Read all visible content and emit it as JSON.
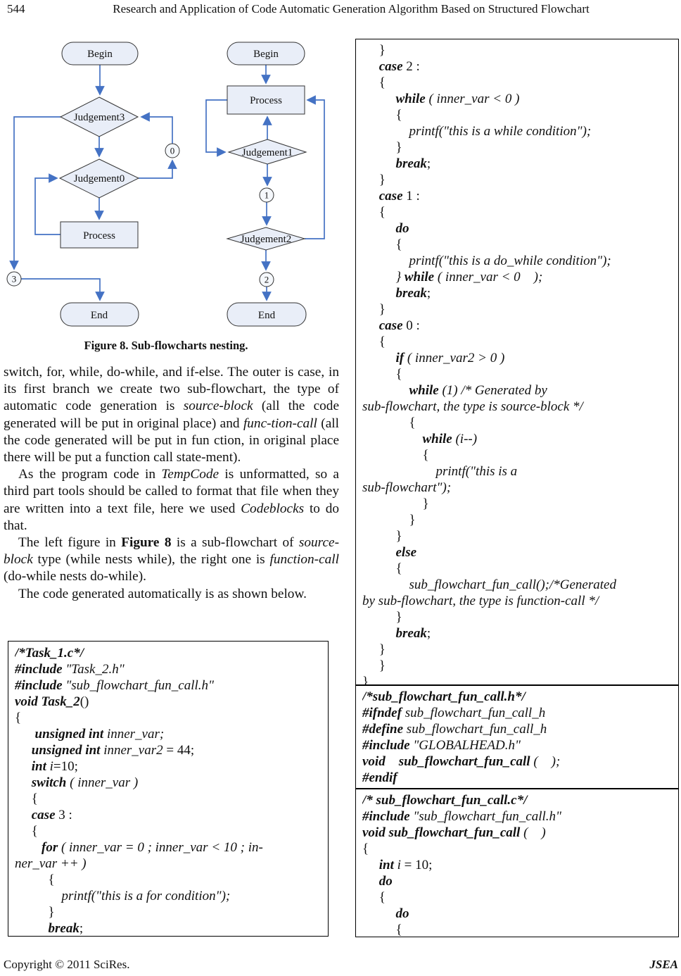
{
  "header": {
    "page_number": "544",
    "title": "Research and Application of Code Automatic Generation Algorithm Based on Structured Flowchart"
  },
  "figure": {
    "caption": "Figure 8. Sub-flowcharts nesting.",
    "left_chart": {
      "begin": "Begin",
      "judgement3": "Judgement3",
      "judgement0": "Judgement0",
      "process": "Process",
      "end": "End",
      "connector0": "0",
      "connector3": "3"
    },
    "right_chart": {
      "begin": "Begin",
      "process": "Process",
      "judgement1": "Judgement1",
      "judgement2": "Judgement2",
      "end": "End",
      "connector1": "1",
      "connector2": "2"
    },
    "colors": {
      "line": "#4472c4",
      "node_fill": "#e9eef8",
      "node_stroke": "#333333"
    }
  },
  "body": {
    "paragraphs": [
      {
        "indent": false,
        "segs": [
          "t",
          "switch, for, while, do-while, and if-else. The outer is case, in its first branch we create two sub-flowchart, the type of automatic code generation is ",
          "i",
          "source-block",
          "t",
          " (all the code generated will be put in original place) and ",
          "i",
          "func-tion-call",
          "t",
          " (all the code generated will be put in fun ction, in original place there will be put a function call state-ment)."
        ]
      },
      {
        "indent": true,
        "segs": [
          "t",
          "As the program code in ",
          "i",
          "TempCode",
          "t",
          " is unformatted, so a third part tools should be called to format that file when they are written into a text file, here we used ",
          "i",
          "Codeblocks",
          "t",
          " to do that."
        ]
      },
      {
        "indent": true,
        "segs": [
          "t",
          "The left figure in ",
          "b",
          "Figure 8",
          "t",
          " is a sub-flowchart of ",
          "i",
          "source-block",
          "t",
          " type (while nests while), the right one is ",
          "i",
          "function-call",
          "t",
          " (do-while nests do-while)."
        ]
      },
      {
        "indent": true,
        "segs": [
          "t",
          "The code generated automatically is as shown below."
        ]
      }
    ]
  },
  "code_blocks": {
    "task1": {
      "lines": [
        [
          "b",
          "/*Task_1.c*/"
        ],
        [
          "b",
          "#include ",
          "t",
          "\"Task_2.h\""
        ],
        [
          "b",
          "#include ",
          "t",
          "\"sub_flowchart_fun_call.h\""
        ],
        [
          "b",
          "void Task_2",
          "r",
          "()"
        ],
        [
          "r",
          "{"
        ],
        [
          "t",
          "      ",
          "b",
          "unsigned int ",
          "t",
          "inner_var;"
        ],
        [
          "t",
          "     ",
          "b",
          "unsigned int ",
          "t",
          "inner_var2 ",
          "r",
          "= 44;"
        ],
        [
          "t",
          "     ",
          "b",
          "int ",
          "t",
          "i",
          "r",
          "=10;"
        ],
        [
          "t",
          "     ",
          "b",
          "switch ",
          "t",
          "( inner_var )"
        ],
        [
          "r",
          "     {"
        ],
        [
          "t",
          "     ",
          "b",
          "case ",
          "r",
          "3 :"
        ],
        [
          "r",
          "     {"
        ],
        [
          "t",
          "        ",
          "b",
          "for ",
          "t",
          "( inner_var = 0 ; inner_var < 10 ; in-"
        ],
        [
          "t",
          "ner_var ++ )"
        ],
        [
          "r",
          "          {"
        ],
        [
          "t",
          "              printf(\"this is a for condition\");"
        ],
        [
          "r",
          "          }"
        ],
        [
          "t",
          "          ",
          "b",
          "break",
          "r",
          ";"
        ]
      ]
    },
    "right_main": {
      "lines": [
        [
          "r",
          "     }"
        ],
        [
          "t",
          "     ",
          "b",
          "case ",
          "r",
          "2 :"
        ],
        [
          "r",
          "     {"
        ],
        [
          "t",
          "          ",
          "b",
          "while ",
          "t",
          "( inner_var < 0 )"
        ],
        [
          "r",
          "          {"
        ],
        [
          "t",
          "              printf(\"this is a while condition\");"
        ],
        [
          "r",
          "          }"
        ],
        [
          "t",
          "          ",
          "b",
          "break",
          "r",
          ";"
        ],
        [
          "r",
          "     }"
        ],
        [
          "t",
          "     ",
          "b",
          "case ",
          "r",
          "1 :"
        ],
        [
          "r",
          "     {"
        ],
        [
          "t",
          "          ",
          "b",
          "do"
        ],
        [
          "r",
          "          {"
        ],
        [
          "t",
          "              printf(\"this is a do_while condition\");"
        ],
        [
          "t",
          "          } ",
          "b",
          "while ",
          "t",
          "( inner_var < 0    );"
        ],
        [
          "t",
          "          ",
          "b",
          "break",
          "r",
          ";"
        ],
        [
          "r",
          "     }"
        ],
        [
          "t",
          "     ",
          "b",
          "case ",
          "r",
          "0 :"
        ],
        [
          "r",
          "     {"
        ],
        [
          "t",
          "          ",
          "b",
          "if ",
          "t",
          "( inner_var2 > 0 )"
        ],
        [
          "r",
          "          {"
        ],
        [
          "t",
          "              ",
          "b",
          "while ",
          "t",
          "(1) /* Generated by"
        ],
        [
          "t",
          "sub-flowchart, the type is source-block */"
        ],
        [
          "r",
          "              {"
        ],
        [
          "t",
          "                  ",
          "b",
          "while ",
          "t",
          "(i--)"
        ],
        [
          "r",
          "                  {"
        ],
        [
          "t",
          "                      printf(\"this is a"
        ],
        [
          "t",
          "sub-flowchart\");"
        ],
        [
          "r",
          "                  }"
        ],
        [
          "r",
          "              }"
        ],
        [
          "r",
          "          }"
        ],
        [
          "t",
          "          ",
          "b",
          "else"
        ],
        [
          "r",
          "          {"
        ],
        [
          "t",
          "              sub_flowchart_fun_call();/*Generated"
        ],
        [
          "t",
          "by sub-flowchart, the type is function-call */"
        ],
        [
          "r",
          "          }"
        ],
        [
          "t",
          "          ",
          "b",
          "break",
          "r",
          ";"
        ],
        [
          "r",
          "     }"
        ],
        [
          "r",
          "     }"
        ],
        [
          "r",
          "}"
        ]
      ]
    },
    "header_file": {
      "lines": [
        [
          "b",
          "/*sub_flowchart_fun_call.h*/"
        ],
        [
          "b",
          "#ifndef ",
          "t",
          "sub_flowchart_fun_call_h"
        ],
        [
          "b",
          "#define ",
          "t",
          "sub_flowchart_fun_call_h"
        ],
        [
          "b",
          "#include ",
          "t",
          "\"GLOBALHEAD.h\""
        ],
        [
          "b",
          "void    sub_flowchart_fun_call ",
          "t",
          "(    );"
        ],
        [
          "b",
          "#endif"
        ]
      ]
    },
    "c_file": {
      "lines": [
        [
          "b",
          "/* sub_flowchart_fun_call.c*/"
        ],
        [
          "b",
          "#include ",
          "t",
          "\"sub_flowchart_fun_call.h\""
        ],
        [
          "b",
          "void sub_flowchart_fun_call ",
          "t",
          "(    )"
        ],
        [
          "r",
          "{"
        ],
        [
          "t",
          "     ",
          "b",
          "int ",
          "t",
          "i ",
          "r",
          "= 10;"
        ],
        [
          "t",
          "     ",
          "b",
          "do"
        ],
        [
          "r",
          "     {"
        ],
        [
          "t",
          "          ",
          "b",
          "do"
        ],
        [
          "r",
          "          {"
        ]
      ]
    }
  },
  "footer": {
    "copyright": "Copyright © 2011 SciRes.",
    "journal": "JSEA"
  }
}
